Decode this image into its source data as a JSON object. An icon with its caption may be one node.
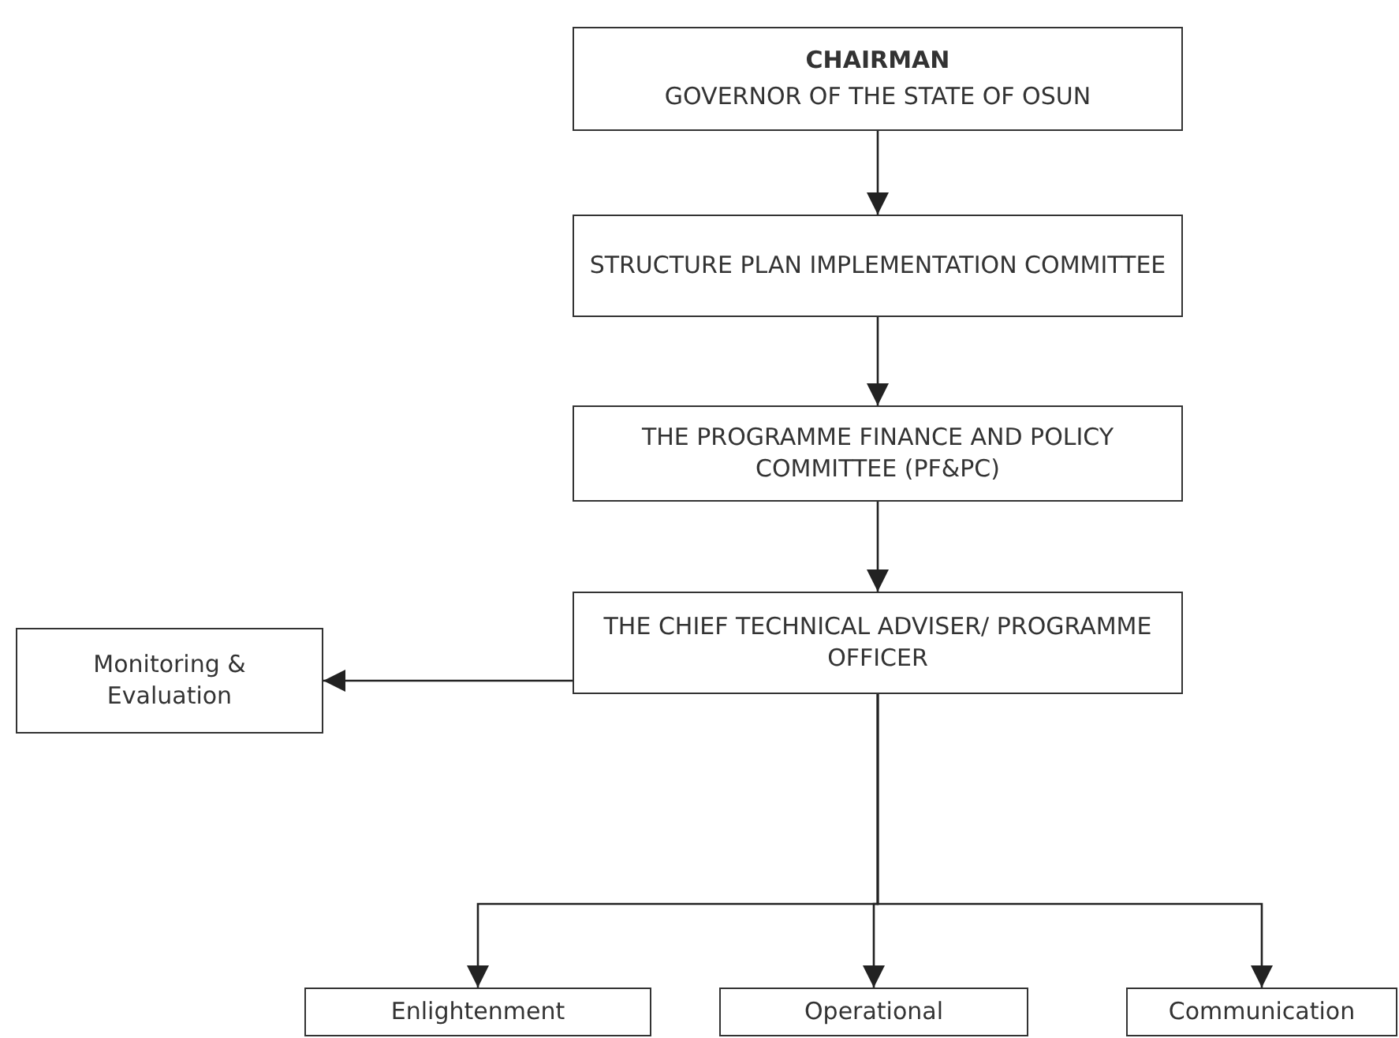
{
  "diagram": {
    "nodes": [
      {
        "text": [
          "CHAIRMAN",
          "GOVERNOR OF THE STATE OF OSUN"
        ]
      },
      {
        "text": [
          "STRUCTURE PLAN IMPLEMENTATION COMMITTEE"
        ]
      },
      {
        "text": [
          "THE PROGRAMME FINANCE AND POLICY COMMITTEE (PF&PC)"
        ]
      },
      {
        "text": [
          "THE CHIEF TECHNICAL ADVISER/ PROGRAMME OFFICER"
        ]
      },
      {
        "text": [
          "Monitoring & Evaluation"
        ]
      },
      {
        "text": [
          "Enlightenment"
        ]
      },
      {
        "text": [
          "Operational"
        ]
      },
      {
        "text": [
          "Communication"
        ]
      }
    ],
    "edges": [
      {
        "from": 0,
        "to": 1,
        "arrow": "to"
      },
      {
        "from": 1,
        "to": 2,
        "arrow": "to"
      },
      {
        "from": 2,
        "to": 3,
        "arrow": "to"
      },
      {
        "from": 3,
        "to": 4,
        "arrow": "to"
      },
      {
        "from": 3,
        "to": 5,
        "arrow": "to"
      },
      {
        "from": 3,
        "to": 6,
        "arrow": "to"
      },
      {
        "from": 3,
        "to": 7,
        "arrow": "to"
      }
    ]
  }
}
